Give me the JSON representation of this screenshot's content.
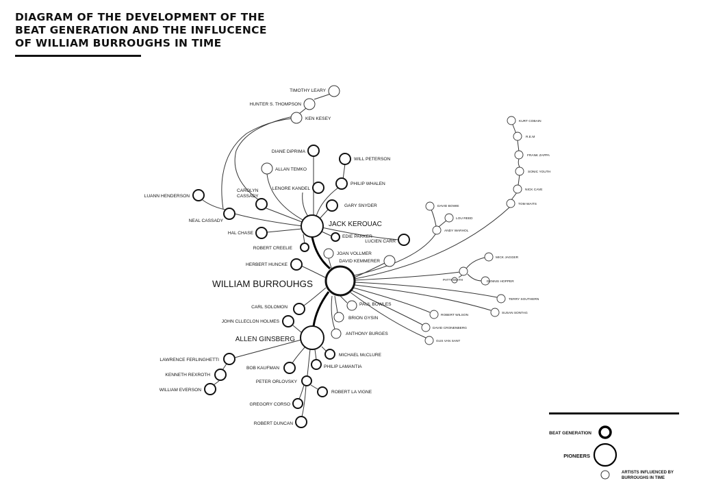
{
  "title": {
    "lines": [
      "DIAGRAM OF THE DEVELOPMENT OF THE",
      "BEAT GENERATION AND THE INFLUCENCE",
      "OF WILLIAM BURROUGHS IN TIME"
    ]
  },
  "pioneers": {
    "burroughs": "WILLIAM BURROUHGS",
    "kerouac": "JACK KEROUAC",
    "ginsberg": "ALLEN GINSBERG"
  },
  "beat_generation": {
    "timothy_leary": "TIMOTHY LEARY",
    "hunter_thompson": "HUNTER S. THOMPSON",
    "ken_kesey": "KEN KESEY",
    "diane_diprima": "DIANE DiPRIMA",
    "will_peterson": "WILL PETERSON",
    "allan_temko": "ALLAN TEMKO",
    "lenore_kandel": "LENORE KANDEL",
    "philip_whalen": "PHILIP WHALEN",
    "luann_henderson": "LUANN HENDERSON",
    "carolyn_cassady": "CAROLYN CASSADY",
    "gary_snyder": "GARY SNYDER",
    "neal_cassady": "NEAL CASSADY",
    "hal_chase": "HAL CHASE",
    "edie_parker": "EDIE PARKER",
    "lucien_carr": "LUCIEN CARR",
    "robert_creeley": "ROBERT CREELIE",
    "joan_vollmer": "JOAN VOLLMER",
    "david_kemmerer": "DAVID KEMMERER",
    "herbert_huncke": "HERBERT HUNCKE",
    "carl_solomon": "CARL SOLOMON",
    "paul_bowles": "PAUL BOWLES",
    "brion_gysin": "BRION GYSIN",
    "john_holmes": "JOHN CLLECLON HOLMES",
    "anthony_burgess": "ANTHONY BURGES",
    "lawrence_ferlinghetti": "LAWRENCE FERLINGHETTI",
    "michael_mcclure": "MICHAEL McCLURE",
    "kenneth_rexroth": "KENNETH REXROTH",
    "bob_kaufman": "BOB KAUFMAN",
    "philip_lamantia": "PHILIP LAMANTIA",
    "william_everson": "WILLIAM EVERSON",
    "peter_orlovsky": "PETER ORLOVSKY",
    "robert_la_vigne": "ROBERT LA VIGNE",
    "gregory_corso": "GREGORY CORSO",
    "robert_duncan": "ROBERT DUNCAN"
  },
  "influenced": {
    "kurt_cobain": "KURT COBAIN",
    "rem": "R.E.M",
    "frank_zappa": "FRANK ZAPPA",
    "sonic_youth": "SONIC YOUTH",
    "nick_cave": "NICK CAVE",
    "tom_waits": "TOM WAITS",
    "david_bowie": "DAVID BOWIE",
    "lou_reed": "LOU REED",
    "andy_warhol": "ANDY WARHOL",
    "mick_jagger": "MICK JAGGER",
    "patti_smith": "PATTI SMITH",
    "dennis_hopper": "DENNIS HOPPER",
    "terry_southern": "TERRY SOUTHERN",
    "susan_sontag": "SUSAN SONTAG",
    "robert_wilson": "ROBERT WILSON",
    "david_cronenberg": "DAVID CRONENBERG",
    "gus_van_sant": "GUS VAN SANT"
  },
  "legend": {
    "beat_generation": "BEAT GENERATION",
    "pioneers": "PIONEERS",
    "influenced_line1": "ARTISTS INFLUENCED BY",
    "influenced_line2": "BURROUGHS IN TIME"
  }
}
